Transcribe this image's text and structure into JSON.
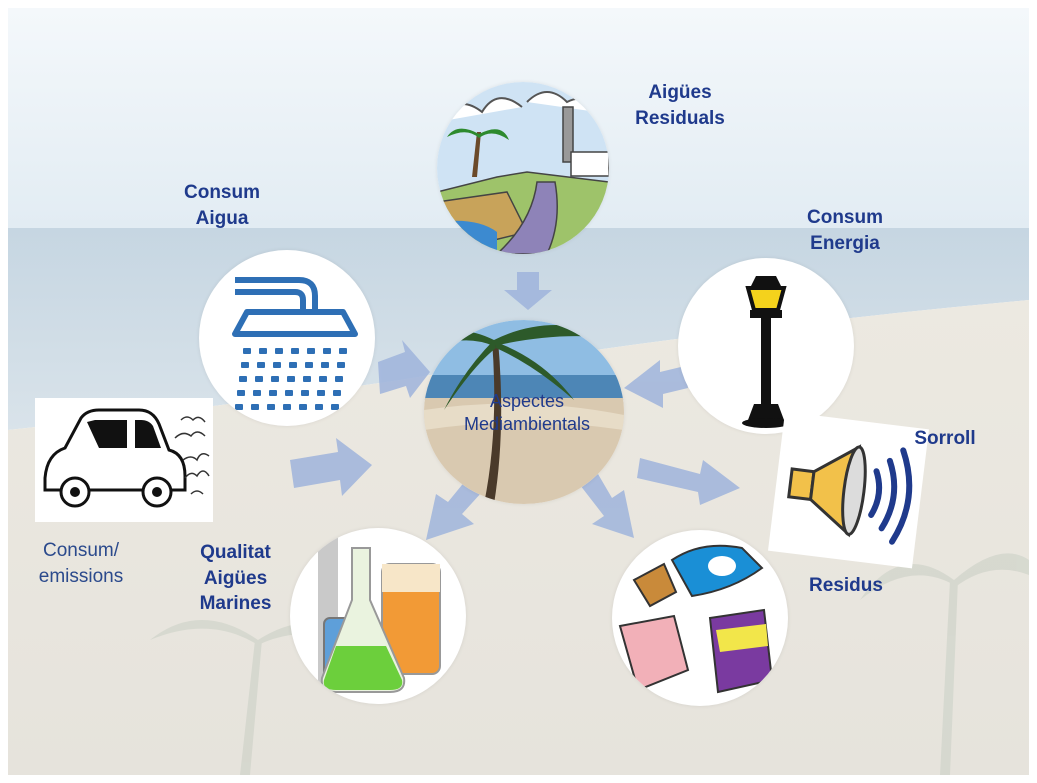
{
  "center": {
    "label": "Aspectes\nMediambientals"
  },
  "nodes": {
    "aigues_residuals": {
      "label": "Aigües\nResiduals",
      "icon": "wastewater-outfall-icon"
    },
    "consum_aigua": {
      "label": "Consum\nAigua",
      "icon": "shower-icon"
    },
    "consum_energia": {
      "label": "Consum\nEnergia",
      "icon": "street-lamp-icon"
    },
    "sorroll": {
      "label": "Sorroll",
      "icon": "loudspeaker-icon"
    },
    "residus": {
      "label": "Residus",
      "icon": "litter-icon"
    },
    "qualitat_aigues": {
      "label": "Qualitat\nAigües\nMarines",
      "icon": "lab-flasks-icon"
    },
    "consum_emissions": {
      "label": "Consum/\nemissions",
      "icon": "car-exhaust-icon"
    }
  },
  "colors": {
    "label_bold": "#1f3a8c",
    "label_plain": "#2b4a8c",
    "arrow": "#9fb4dc",
    "sky": "#eef4f9",
    "sea": "#c9d9e4",
    "sand": "#efece4"
  }
}
